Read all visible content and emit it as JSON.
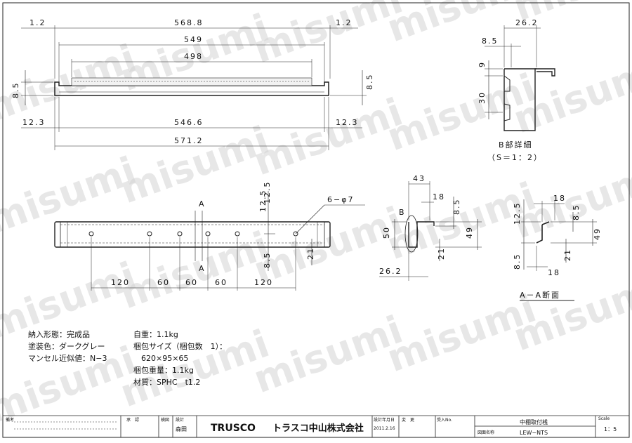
{
  "front_view": {
    "dims": {
      "left_end": "1.2",
      "overall_top": "568.8",
      "right_end": "1.2",
      "inner": "549",
      "label_length": "498",
      "height_left": "8.5",
      "height_right": "8.5",
      "offset_left": "12.3",
      "bottom_inner": "546.6",
      "offset_right": "12.3",
      "overall_bottom": "571.2"
    }
  },
  "detail_b": {
    "dims": {
      "width": "26.2",
      "flange": "8.5",
      "top": "9",
      "height": "30"
    },
    "title": "B部詳細",
    "scale": "（S＝1：2）"
  },
  "plan_view": {
    "dims": {
      "edge_top": "12.5",
      "edge_bottom": "8.5",
      "offset": "21",
      "spacings": [
        "120",
        "60",
        "60",
        "60",
        "120"
      ]
    },
    "hole_note": "6−φ7",
    "section_mark": "A"
  },
  "side_view": {
    "dims": {
      "width": "43",
      "inner": "18",
      "top": "8.5",
      "height_left": "50",
      "height_right": "49",
      "lower": "21",
      "bottom": "26.2"
    },
    "detail_mark": "B"
  },
  "section_aa": {
    "dims": {
      "top_width": "18",
      "top_height": "8.5",
      "left_top": "12.5",
      "right_height": "49",
      "left_bottom": "8.5",
      "right_lower": "21",
      "bottom_width": "18"
    },
    "title": "A－A断面"
  },
  "notes_left": [
    "納入形態：完成品",
    "塗装色：ダークグレー",
    "マンセル近似値：N−3"
  ],
  "notes_right": [
    "自重：1.1kg",
    "梱包サイズ（梱包数　1）：",
    "　620×95×65",
    "梱包重量：1.1kg",
    "材質：SPHC　t1.2"
  ],
  "watermark": "misumi",
  "title_block": {
    "remarks_label": "備考",
    "approved_label": "承　認",
    "checked_label": "検図",
    "designed_label": "設計",
    "designer": "森田",
    "brand": "TRUSCO",
    "company": "トラスコ中山株式会社",
    "design_date_label": "設計年月日",
    "design_date": "2011.2.16",
    "revision_label": "変　更",
    "order_no_label": "受入No.",
    "product_name": "中棚取付桟",
    "drawing_name_label": "図面名称",
    "drawing_name": "LEW−NTS",
    "scale_label": "Scale",
    "scale": "1：5"
  }
}
